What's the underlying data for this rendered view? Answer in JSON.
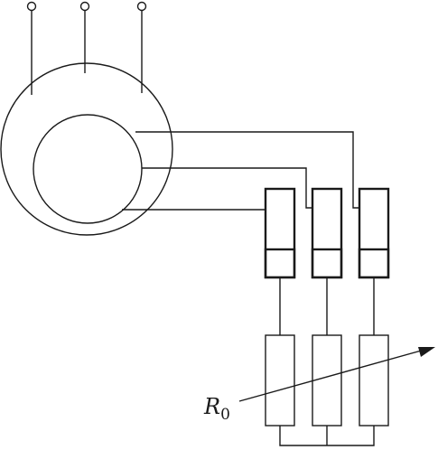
{
  "diagram": {
    "resistor_label": {
      "symbol": "R",
      "subscript": "0"
    },
    "colors": {
      "line": "#1a1a1a",
      "background": "#ffffff",
      "hatch": "#1a1a1a"
    },
    "terminal_count": 3,
    "brush_count": 3,
    "resistor_count": 3
  }
}
